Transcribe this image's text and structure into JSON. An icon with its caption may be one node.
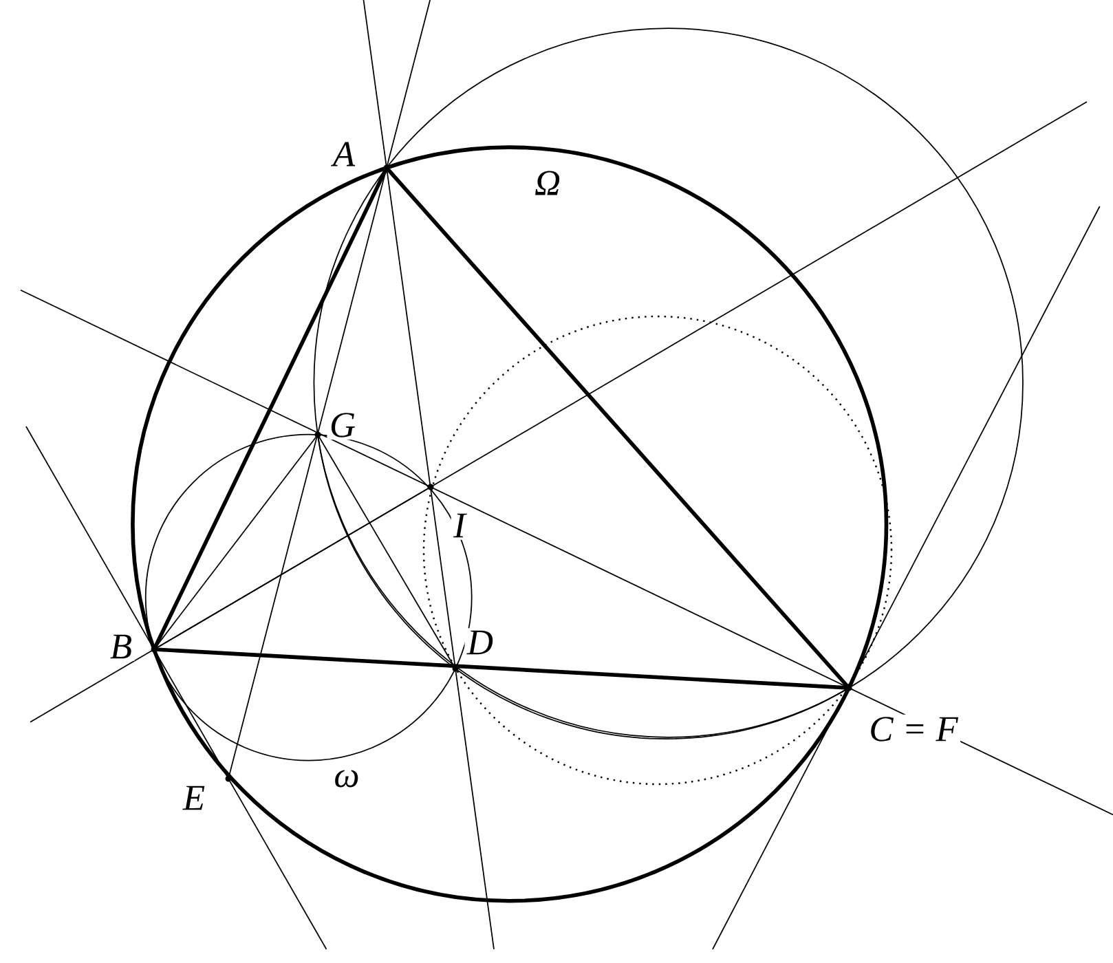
{
  "diagram": {
    "labels": [
      "A",
      "Ω",
      "G",
      "I",
      "B",
      "D",
      "C = F",
      "E",
      "ω"
    ]
  }
}
